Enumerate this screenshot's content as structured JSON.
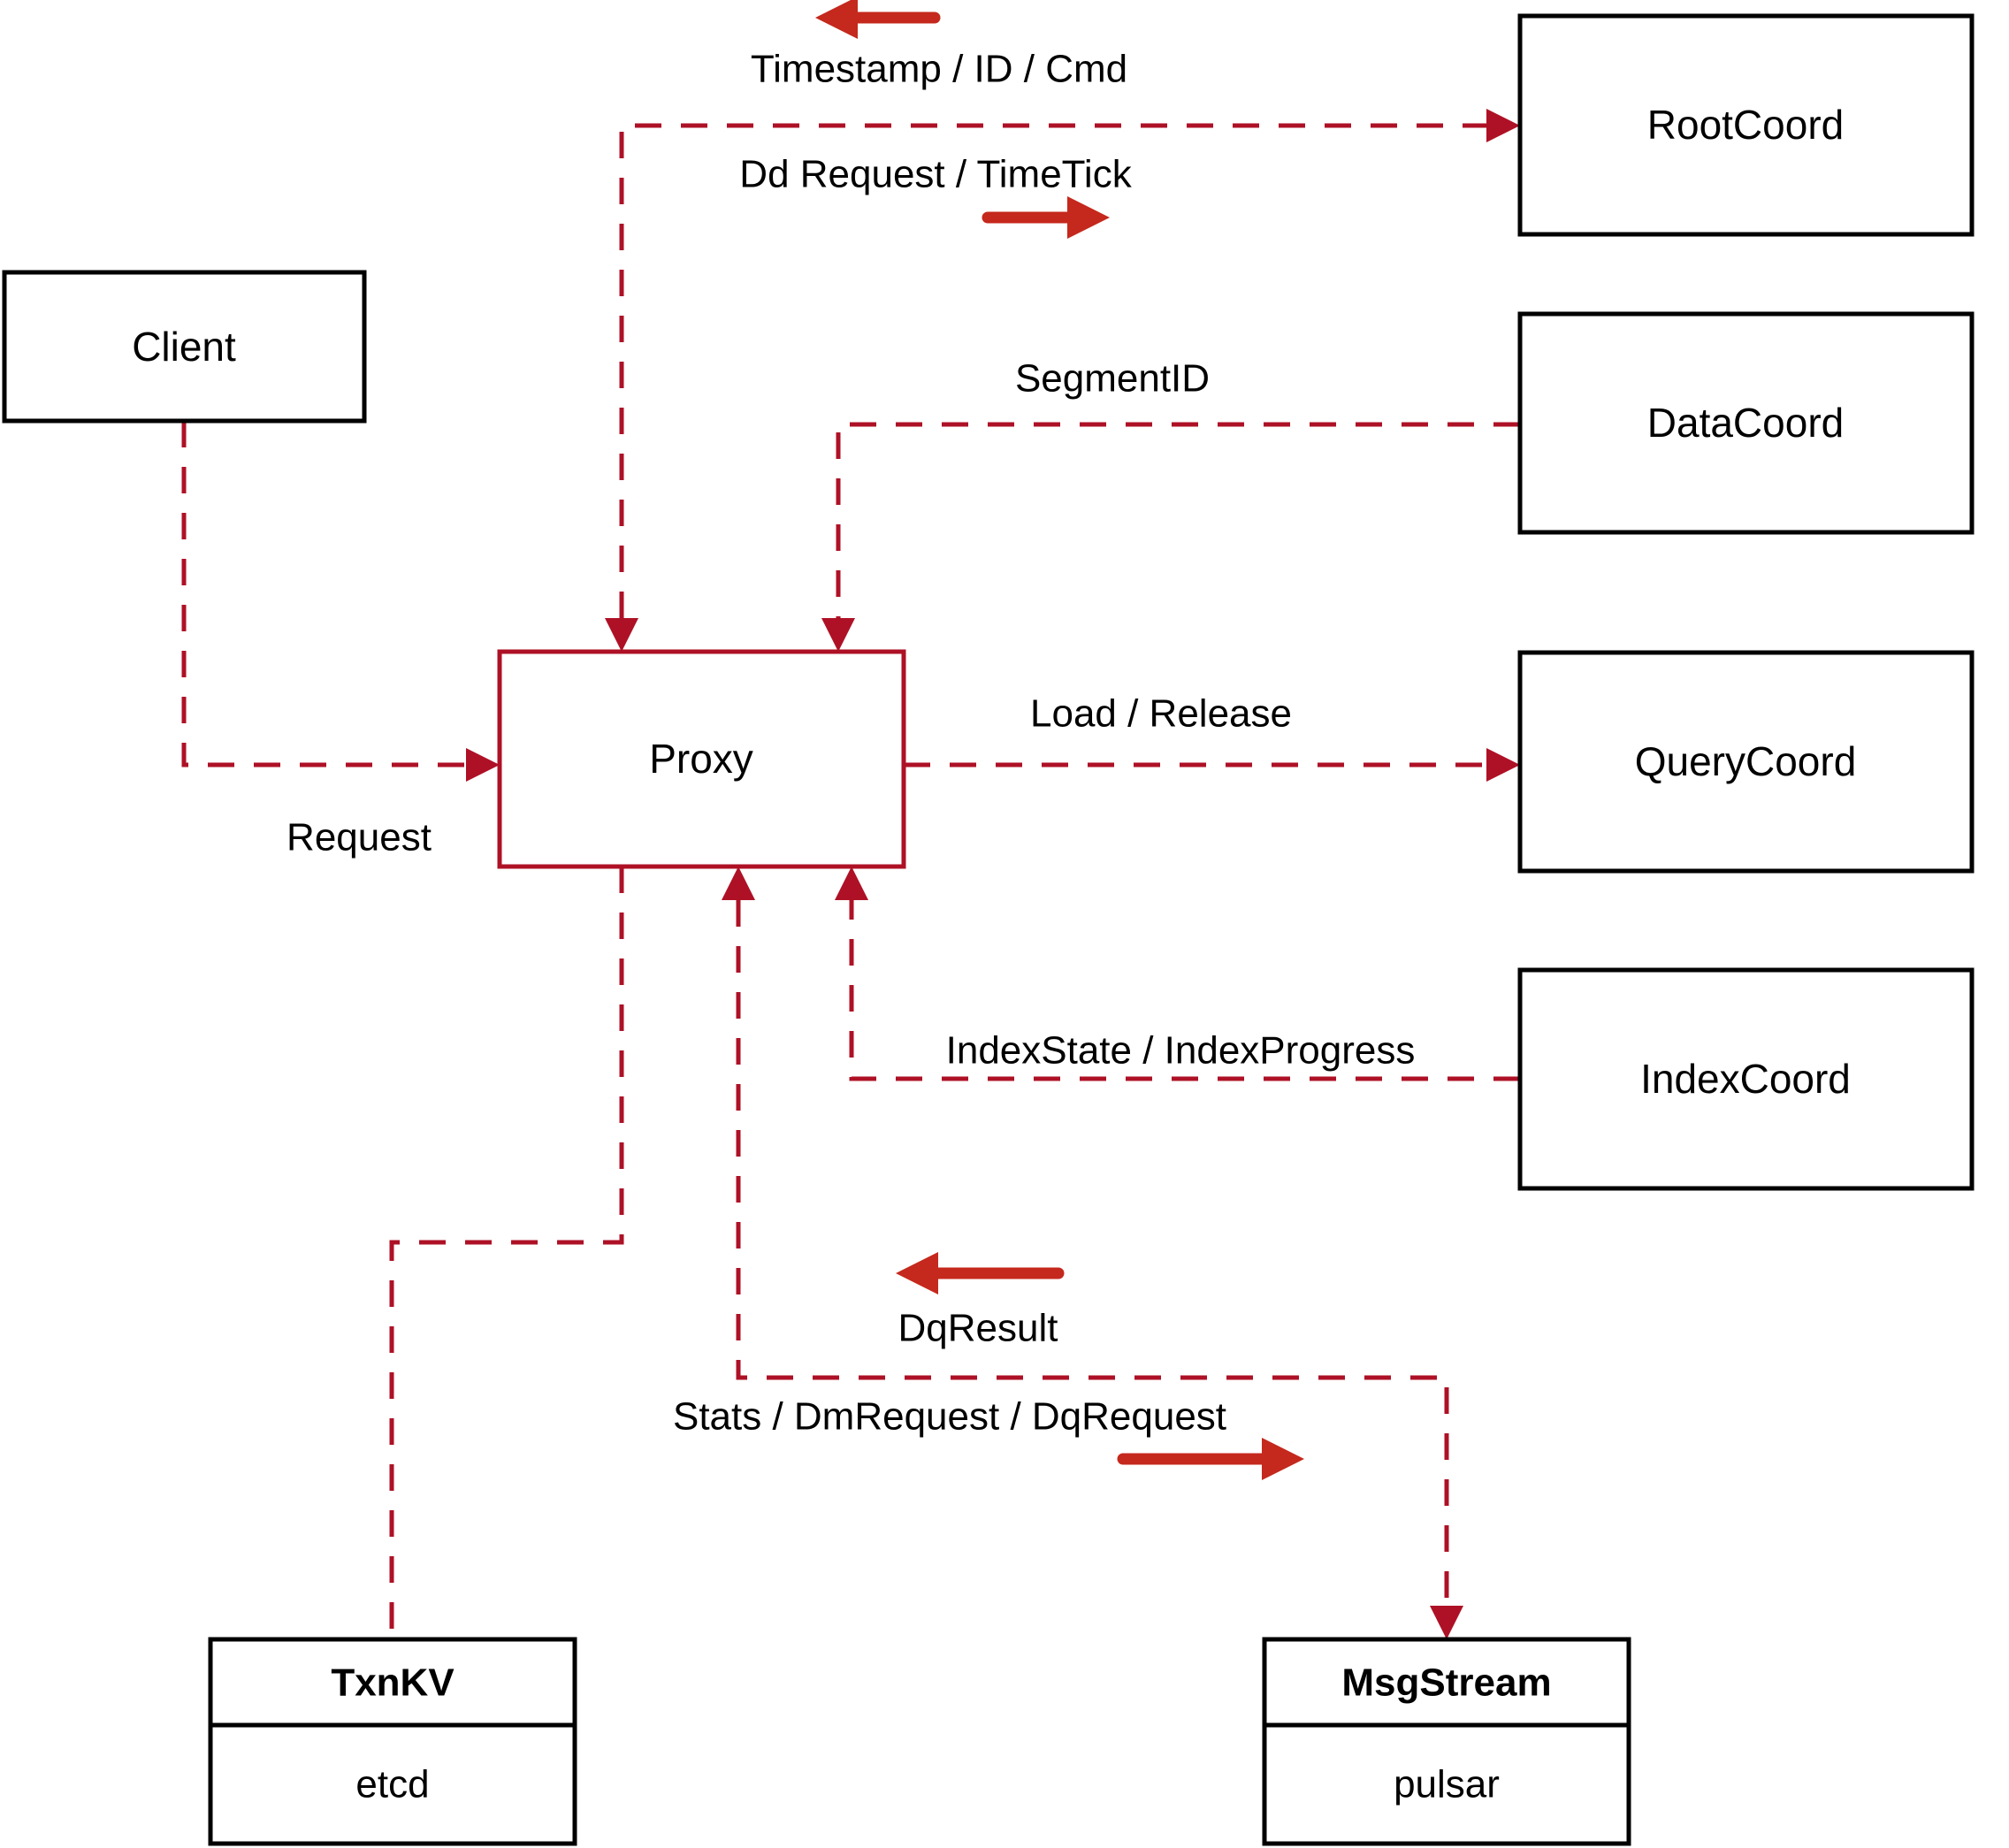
{
  "diagram_type": "component-architecture",
  "colors": {
    "dashed_line_red": "#ae1126",
    "solid_arrow_red": "#c5281c",
    "box_border_black": "#000000",
    "proxy_red": "#ae1126",
    "text_black": "#000000",
    "background": "#ffffff"
  },
  "nodes": {
    "client": {
      "label": "Client"
    },
    "proxy": {
      "label": "Proxy"
    },
    "root_coord": {
      "label": "RootCoord"
    },
    "data_coord": {
      "label": "DataCoord"
    },
    "query_coord": {
      "label": "QueryCoord"
    },
    "index_coord": {
      "label": "IndexCoord"
    },
    "txn_kv": {
      "label": "TxnKV",
      "sublabel": "etcd"
    },
    "msg_stream": {
      "label": "MsgStream",
      "sublabel": "pulsar"
    }
  },
  "edge_labels": {
    "timestamp_id_cmd": "Timestamp / ID / Cmd",
    "dd_request_timetick": "Dd Request / TimeTick",
    "segment_id": "SegmentID",
    "request": "Request",
    "load_release": "Load / Release",
    "index_state_progress": "IndexState / IndexProgress",
    "dq_result": "DqResult",
    "stats_dm_dq_request": "Stats / DmRequest / DqRequest"
  }
}
